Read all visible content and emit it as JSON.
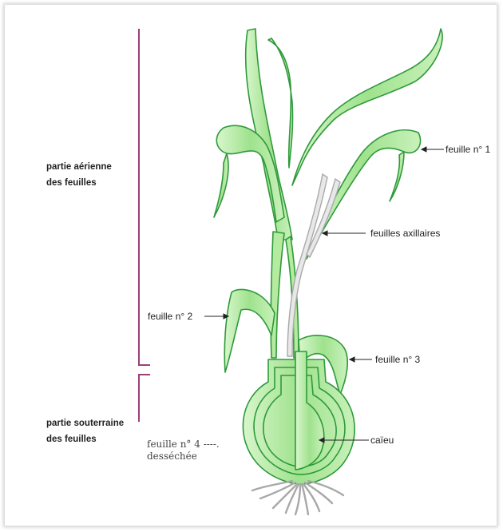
{
  "regions": {
    "aerial": "partie aérienne\ndes feuilles",
    "underground": "partie souterraine\ndes feuilles"
  },
  "labels": {
    "leaf1": "feuille n° 1",
    "axillary": "feuilles axillaires",
    "leaf2": "feuille n° 2",
    "leaf3": "feuille n° 3",
    "bulblet": "caïeu",
    "leaf4": "feuille n° 4 ----.",
    "dried": "desséchée"
  },
  "colors": {
    "leaf_fill": "#b5eba0",
    "leaf_stroke": "#2e9a3a",
    "bracket": "#9b3f7a",
    "axillary": "#b8b8b8"
  }
}
